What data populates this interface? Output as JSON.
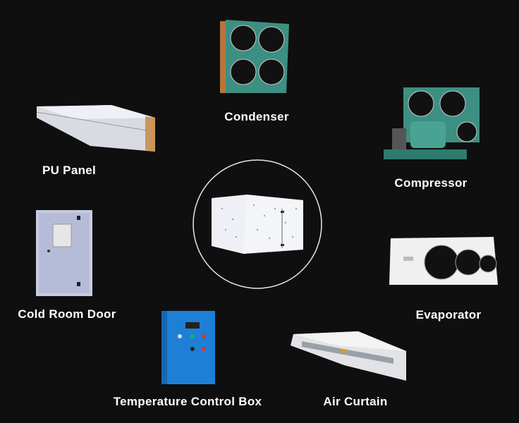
{
  "center": {
    "icon": "cold-room-icon"
  },
  "components": [
    {
      "label": "Condenser",
      "icon": "condenser-icon"
    },
    {
      "label": "PU Panel",
      "icon": "pu-panel-icon"
    },
    {
      "label": "Compressor",
      "icon": "compressor-icon"
    },
    {
      "label": "Cold Room Door",
      "icon": "cold-room-door-icon"
    },
    {
      "label": "Evaporator",
      "icon": "evaporator-icon"
    },
    {
      "label": "Temperature Control Box",
      "icon": "temperature-control-box-icon"
    },
    {
      "label": "Air Curtain",
      "icon": "air-curtain-icon"
    }
  ],
  "colors": {
    "background": "#0f0f10",
    "text": "#ffffff",
    "unit_green": "#3d8f82",
    "control_box_blue": "#1e7fd6"
  }
}
